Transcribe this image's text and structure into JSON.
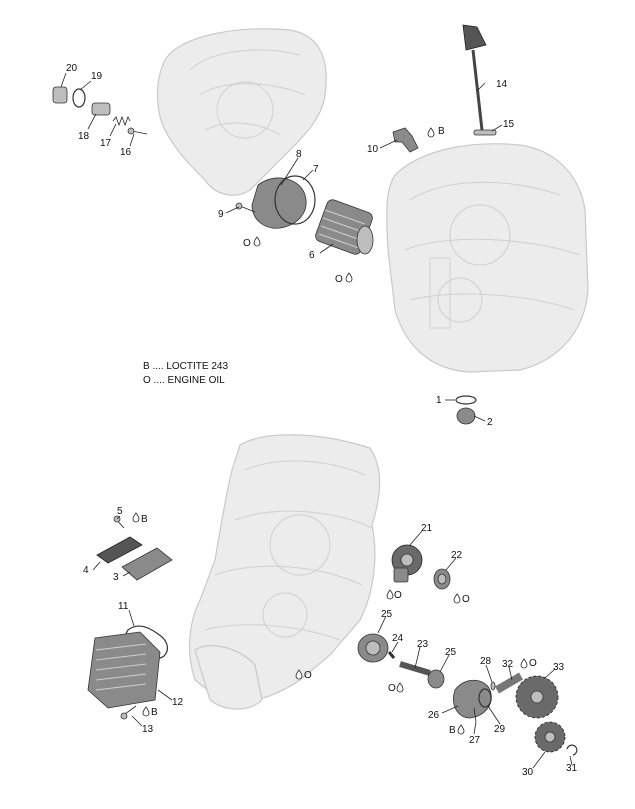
{
  "legend": {
    "loctite": "B .... LOCTITE 243",
    "oil": "O .... ENGINE OIL"
  },
  "symbols": {
    "B": "B",
    "O": "O"
  },
  "callouts": {
    "c1": "1",
    "c2": "2",
    "c3": "3",
    "c4": "4",
    "c5": "5",
    "c6": "6",
    "c7": "7",
    "c8": "8",
    "c9": "9",
    "c10": "10",
    "c11": "11",
    "c12": "12",
    "c13": "13",
    "c14": "14",
    "c15": "15",
    "c16": "16",
    "c17": "17",
    "c18": "18",
    "c19": "19",
    "c20": "20",
    "c21": "21",
    "c22": "22",
    "c23": "23",
    "c24": "24",
    "c25a": "25",
    "c25b": "25",
    "c26": "26",
    "c27": "27",
    "c28": "28",
    "c29": "29",
    "c30": "30",
    "c31": "31",
    "c32": "32",
    "c33": "33"
  }
}
